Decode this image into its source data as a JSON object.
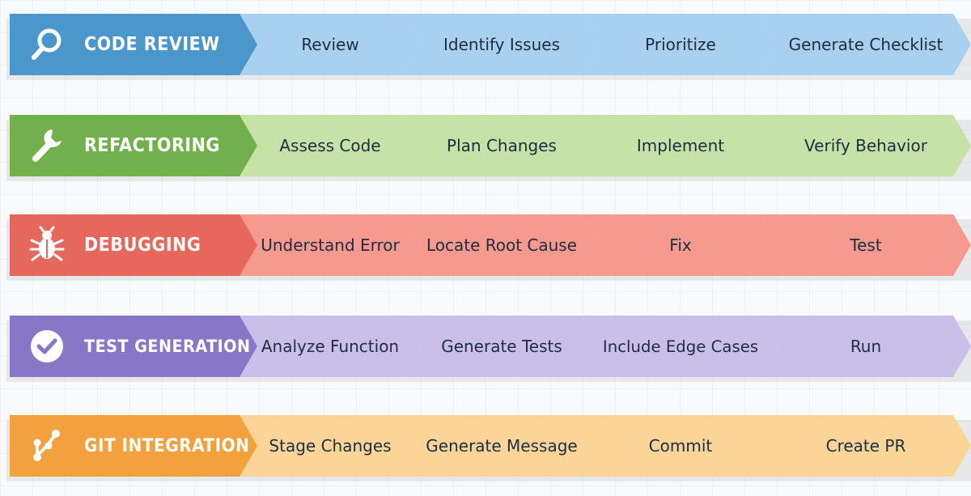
{
  "colors": {
    "code_review": {
      "head": "#4b97cc",
      "step": "#a9d0ef",
      "fold": "#2d6d9c"
    },
    "refactoring": {
      "head": "#72b04d",
      "step": "#c6e2a6",
      "fold": "#4d8530"
    },
    "debugging": {
      "head": "#e6675c",
      "step": "#f6998e",
      "fold": "#b2463d"
    },
    "test_generation": {
      "head": "#8877c6",
      "step": "#cabfe9",
      "fold": "#5f4f9f"
    },
    "git_integration": {
      "head": "#f3a03f",
      "step": "#fbd498",
      "fold": "#c9781f"
    }
  },
  "workflows": [
    {
      "key": "code_review",
      "title": "CODE REVIEW",
      "icon": "search-icon",
      "steps": [
        "Review",
        "Identify Issues",
        "Prioritize",
        "Generate Checklist"
      ]
    },
    {
      "key": "refactoring",
      "title": "REFACTORING",
      "icon": "wrench-icon",
      "steps": [
        "Assess Code",
        "Plan Changes",
        "Implement",
        "Verify Behavior"
      ]
    },
    {
      "key": "debugging",
      "title": "DEBUGGING",
      "icon": "bug-icon",
      "steps": [
        "Understand Error",
        "Locate Root Cause",
        "Fix",
        "Test"
      ]
    },
    {
      "key": "test_generation",
      "title": "TEST GENERATION",
      "icon": "check-circle-icon",
      "steps": [
        "Analyze Function",
        "Generate Tests",
        "Include Edge Cases",
        "Run"
      ]
    },
    {
      "key": "git_integration",
      "title": "GIT INTEGRATION",
      "icon": "git-branch-icon",
      "steps": [
        "Stage Changes",
        "Generate Message",
        "Commit",
        "Create PR"
      ]
    }
  ]
}
